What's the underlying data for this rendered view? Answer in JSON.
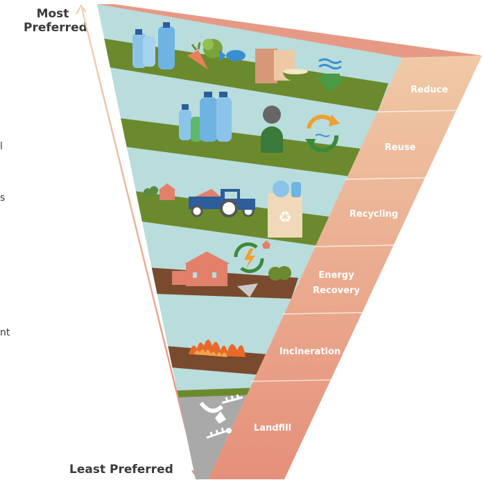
{
  "axis": {
    "most_line1": "Most",
    "most_line2": "Preferred",
    "least": "Least Preferred"
  },
  "tiers": [
    {
      "id": "reduce",
      "label": "Reduce",
      "lines": [
        "Reduce"
      ]
    },
    {
      "id": "reuse",
      "label": "Reuse",
      "lines": [
        "Reuse"
      ]
    },
    {
      "id": "recycling",
      "label": "Recycling",
      "lines": [
        "Recycling"
      ]
    },
    {
      "id": "energy-recovery",
      "label": "Energy Recovery",
      "lines": [
        "Energy",
        "Recovery"
      ]
    },
    {
      "id": "incineration",
      "label": "Incineration",
      "lines": [
        "Incineration"
      ]
    },
    {
      "id": "landfill",
      "label": "Landfill",
      "lines": [
        "Landfill"
      ]
    }
  ],
  "stray_text": [
    "l",
    "s",
    "nt"
  ],
  "colors": {
    "sky": "#b9dcdc",
    "grass": "#6b8a2e",
    "soil": "#7a4a2e",
    "side_top": "#f0c8a2",
    "side_bottom": "#e5907a",
    "top_face": "#e79a86",
    "landfill_ground": "#a8a8a8"
  }
}
